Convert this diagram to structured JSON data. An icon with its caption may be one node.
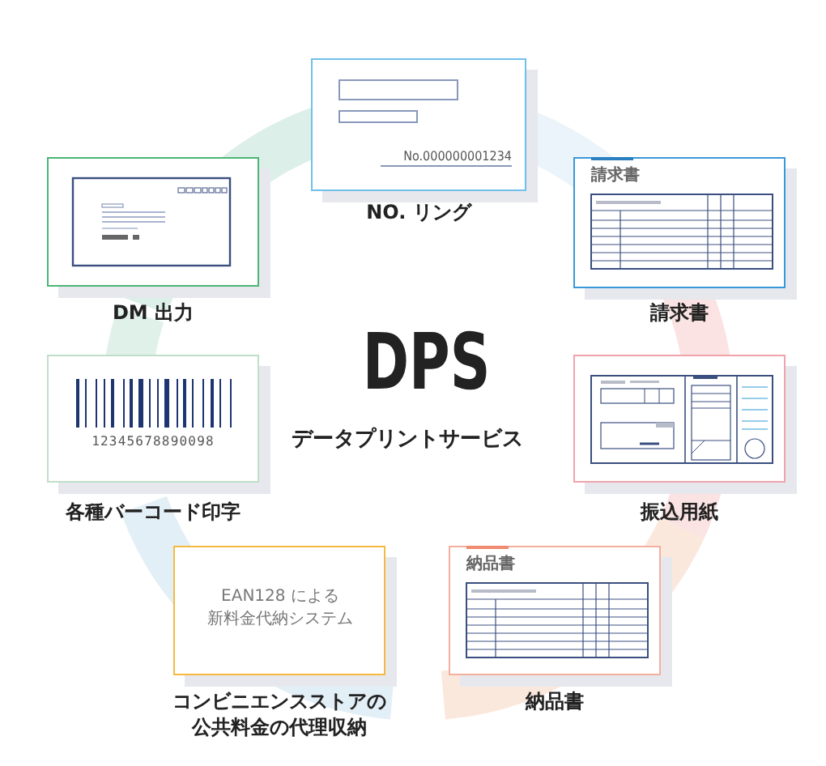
{
  "diagram": {
    "title": "DPS",
    "nodes": [
      {
        "text": [
          "No.000000001234"
        ],
        "beside": [
          "NO. リング"
        ]
      },
      {
        "text": [],
        "shape": "box",
        "beside": [
          "DM 出力"
        ]
      },
      {
        "text": [
          "請求書"
        ],
        "beside": [
          "請求書"
        ]
      },
      {
        "text": [
          "12345678890098"
        ],
        "beside": [
          "各種バーコード印字"
        ]
      },
      {
        "text": [],
        "shape": "box",
        "beside": [
          "振込用紙"
        ]
      },
      {
        "text": [
          "EAN128 による新料金代納システム"
        ],
        "beside": [
          "コンビニエンスストアの公共料金の代理収納"
        ]
      },
      {
        "text": [
          "納品書"
        ],
        "beside": [
          "納品書"
        ]
      }
    ],
    "labels": [
      "データプリントサービス"
    ]
  }
}
